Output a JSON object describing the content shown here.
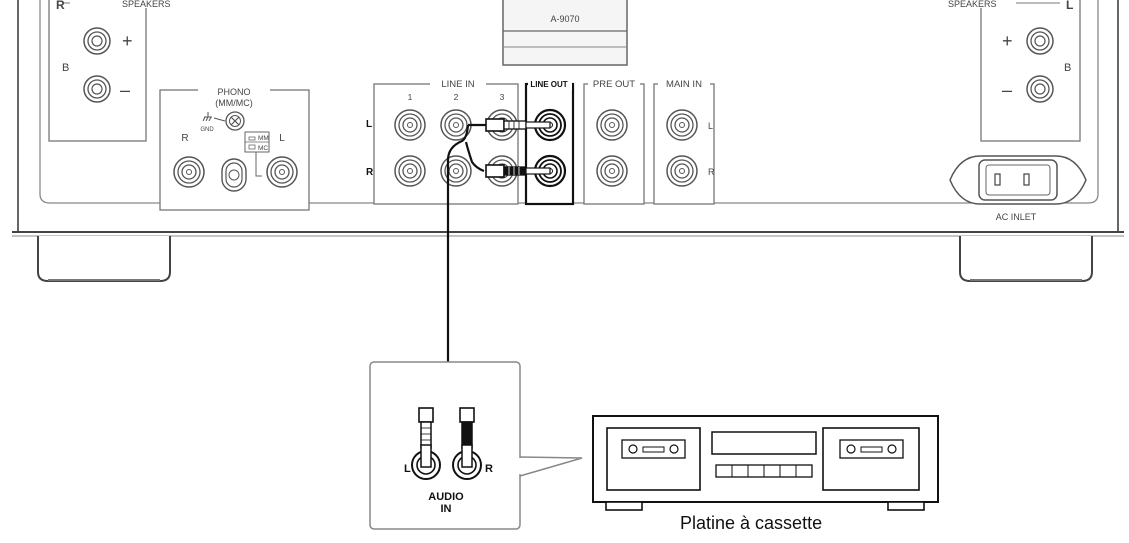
{
  "amplifier": {
    "model": "A-9070",
    "speakers_left_section": "SPEAKERS",
    "speakers_right_section": "SPEAKERS",
    "left_channel_letter": "R",
    "right_channel_letter": "L",
    "speaker_set": "B",
    "plus": "+",
    "minus": "–",
    "phono": {
      "title_line1": "PHONO",
      "title_line2": "(MM/MC)",
      "gnd": "GND",
      "mm": "MM",
      "mc": "MC",
      "r": "R",
      "l": "L"
    },
    "line_in": {
      "title": "LINE IN",
      "inputs": [
        "1",
        "2",
        "3"
      ],
      "row_l": "L",
      "row_r": "R"
    },
    "line_out": "LINE OUT",
    "pre_out": "PRE OUT",
    "main_in": {
      "title": "MAIN IN",
      "row_l": "L",
      "row_r": "R"
    },
    "ac_inlet": "AC INLET"
  },
  "audio_in": {
    "l": "L",
    "r": "R",
    "title_line1": "AUDIO",
    "title_line2": "IN"
  },
  "device": {
    "caption": "Platine à cassette"
  }
}
